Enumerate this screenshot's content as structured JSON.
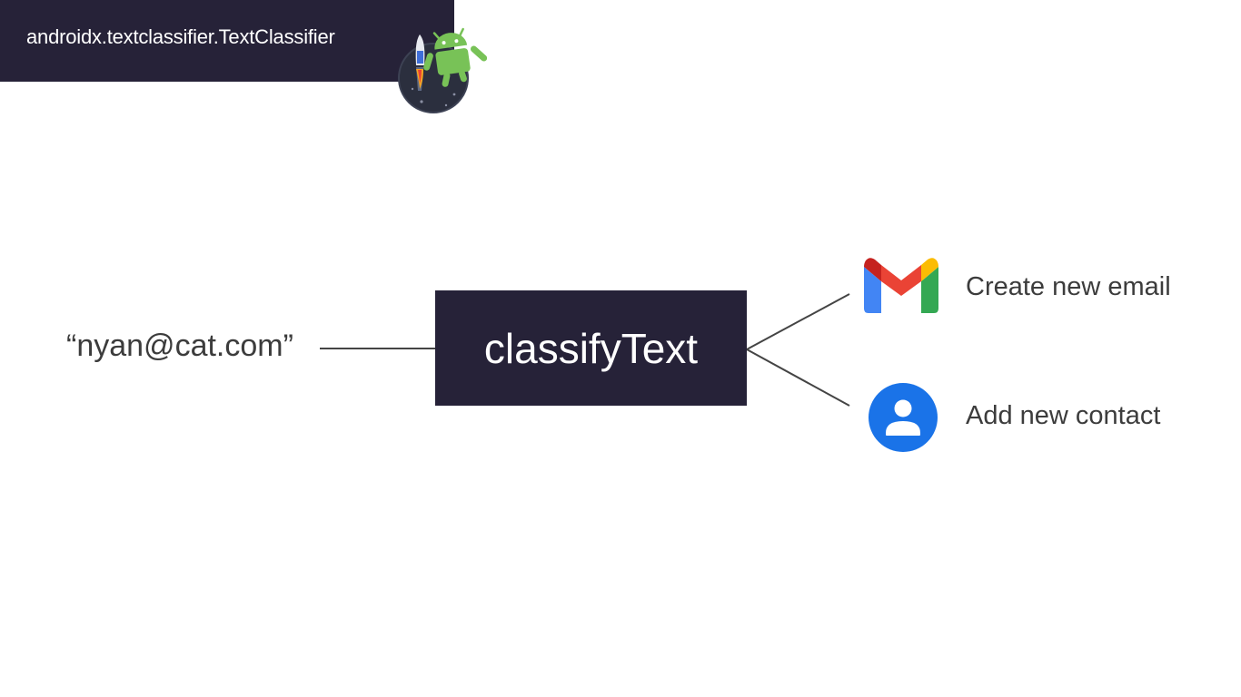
{
  "header": {
    "title": "androidx.textclassifier.TextClassifier",
    "logo_icon": "android-jetpack-logo-icon"
  },
  "diagram": {
    "input": "“nyan@cat.com”",
    "function": "classifyText",
    "actions": [
      {
        "label": "Create new email",
        "icon": "gmail-icon"
      },
      {
        "label": "Add new contact",
        "icon": "contacts-icon"
      }
    ]
  },
  "colors": {
    "dark_navy": "#262238",
    "text": "#3c3c3c",
    "line": "#444444",
    "android_green": "#78c257",
    "contacts_blue": "#1a73e8",
    "gmail_red": "#ea4335",
    "gmail_blue": "#4285f4",
    "gmail_green": "#34a853",
    "gmail_yellow": "#fbbc04"
  }
}
